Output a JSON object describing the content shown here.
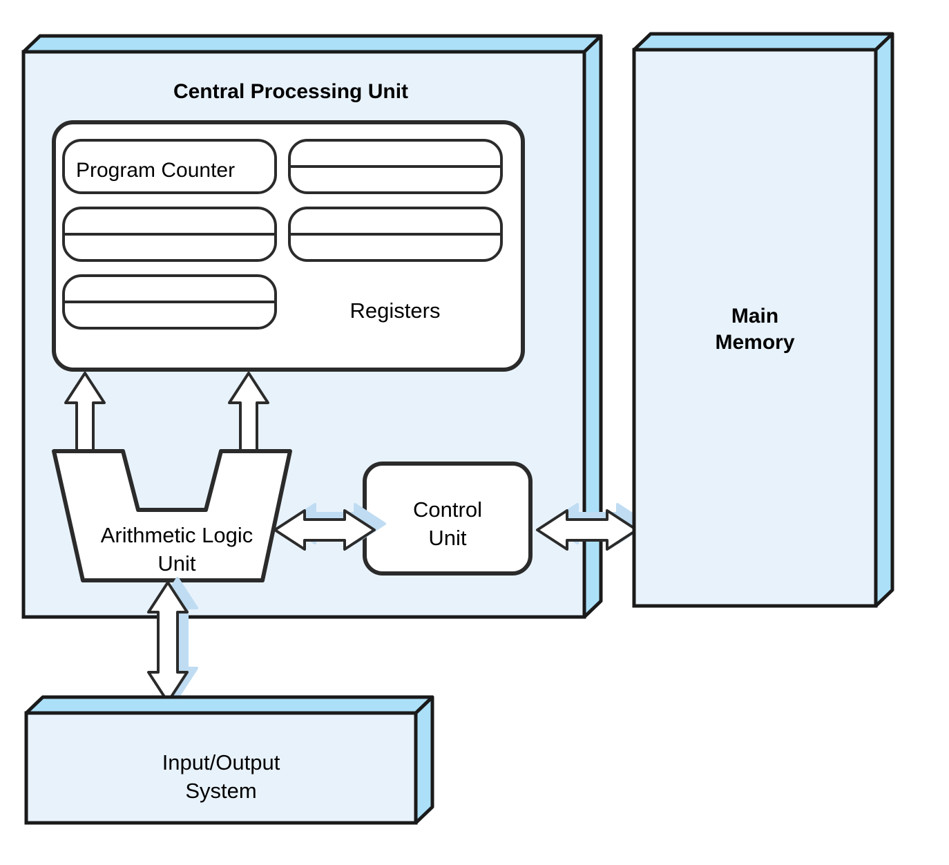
{
  "diagram": {
    "title_text": "Central Processing Unit",
    "blocks": {
      "cpu": {
        "label": "Central Processing Unit",
        "face_color": "#e8f2fb",
        "edge_color": "#ace0f8",
        "stroke": "#1a1a1a"
      },
      "main_memory": {
        "label_line1": "Main",
        "label_line2": "Memory",
        "face_color": "#e8f2fb",
        "edge_color": "#ace0f8",
        "stroke": "#1a1a1a"
      },
      "io_system": {
        "label_line1": "Input/Output",
        "label_line2": "System",
        "face_color": "#e8f2fb",
        "edge_color": "#ace0f8",
        "stroke": "#1a1a1a"
      },
      "registers": {
        "label": "Registers",
        "face_color": "#ffffff",
        "stroke": "#2b2b2b"
      },
      "control_unit": {
        "label_line1": "Control",
        "label_line2": "Unit",
        "face_color": "#ffffff",
        "stroke": "#2b2b2b"
      },
      "alu": {
        "label_line1": "Arithmetic Logic",
        "label_line2": "Unit",
        "face_color": "#ffffff",
        "stroke": "#2b2b2b"
      }
    },
    "register_cells": [
      {
        "label": "Program Counter",
        "split": false
      },
      {
        "label": "",
        "split": true
      },
      {
        "label": "",
        "split": true
      },
      {
        "label": "",
        "split": true
      },
      {
        "label": "",
        "split": true
      }
    ],
    "connectors": [
      {
        "name": "alu-to-registers-left",
        "kind": "arrow-up",
        "heads": 1
      },
      {
        "name": "alu-to-registers-right",
        "kind": "arrow-up",
        "heads": 1
      },
      {
        "name": "alu-to-control-unit",
        "kind": "arrow-horizontal",
        "heads": 2
      },
      {
        "name": "control-unit-to-main-memory",
        "kind": "arrow-horizontal",
        "heads": 2
      },
      {
        "name": "alu-to-io-system",
        "kind": "arrow-vertical",
        "heads": 2
      }
    ],
    "palette": {
      "box_face": "#e8f2fb",
      "box_edge": "#ace0f8",
      "outline": "#1a1a1a",
      "inner_outline": "#2b2b2b",
      "arrow_fill": "#ffffff",
      "arrow_shadow": "#bfdcf2",
      "text": "#000000"
    }
  }
}
